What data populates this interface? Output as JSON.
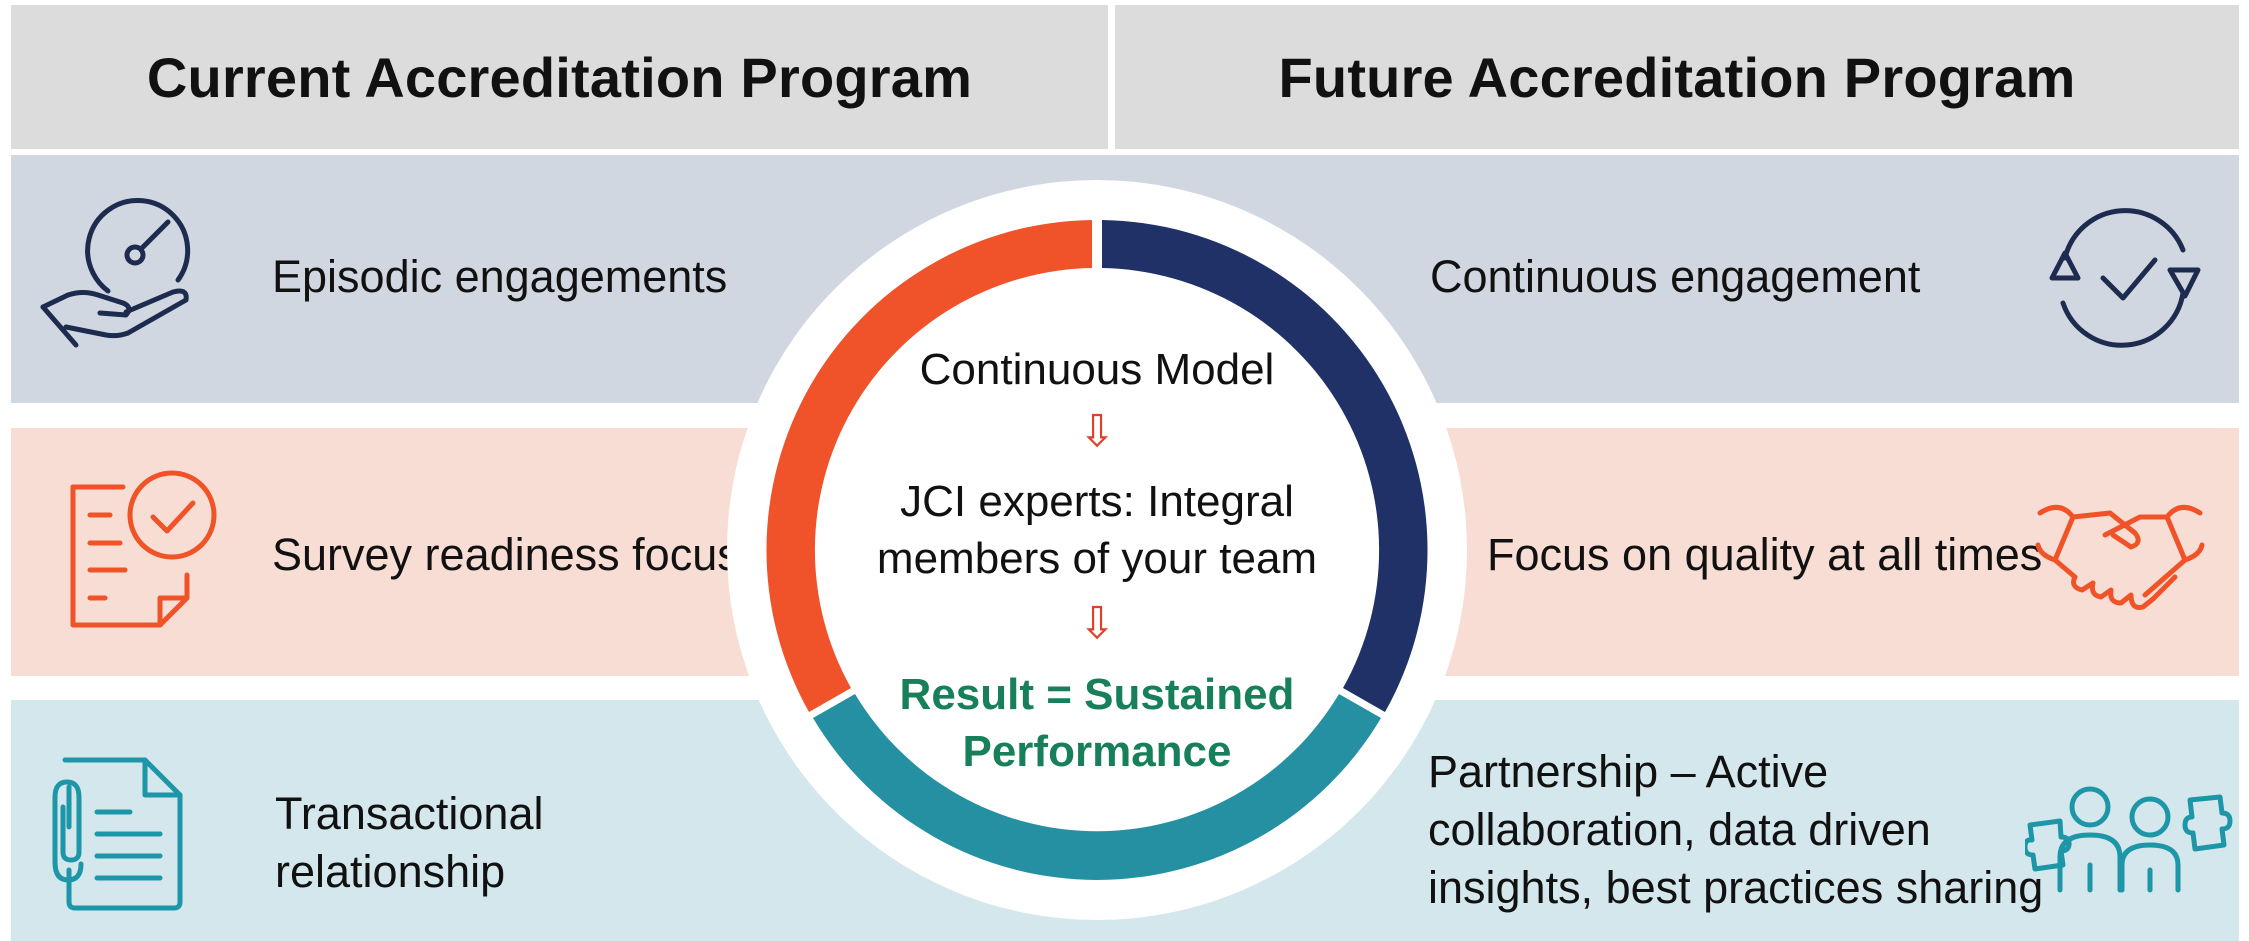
{
  "headers": {
    "current": "Current Accreditation Program",
    "future": "Future Accreditation Program"
  },
  "rows": [
    {
      "current": "Episodic engagements",
      "future": "Continuous engagement",
      "band_color": "#d1d7e1",
      "current_icon": "hand-gauge-icon",
      "future_icon": "cycle-check-icon",
      "icon_color": "#1c2b4e"
    },
    {
      "current": "Survey readiness focus",
      "future": "Focus on quality at all times",
      "band_color": "#f8ddd4",
      "current_icon": "checklist-document-icon",
      "future_icon": "handshake-icon",
      "icon_color": "#ef5327"
    },
    {
      "current_lines": [
        "Transactional",
        "relationship"
      ],
      "future_lines": [
        "Partnership – Active",
        "collaboration, data driven",
        "insights, best practices sharing"
      ],
      "band_color": "#d4e7ed",
      "current_icon": "clipped-document-icon",
      "future_icon": "team-puzzle-icon",
      "icon_color": "#1d96a7"
    }
  ],
  "center": {
    "line1": "Continuous Model",
    "line2a": "JCI experts: Integral",
    "line2b": "members of your team",
    "result_a": "Result = Sustained",
    "result_b": "Performance",
    "arrow_glyph": "⇩",
    "arrow_color": "#e0402a",
    "result_color": "#17805a",
    "ring_colors": {
      "orange": "#f0522a",
      "navy": "#1f3166",
      "teal": "#2590a2"
    }
  }
}
